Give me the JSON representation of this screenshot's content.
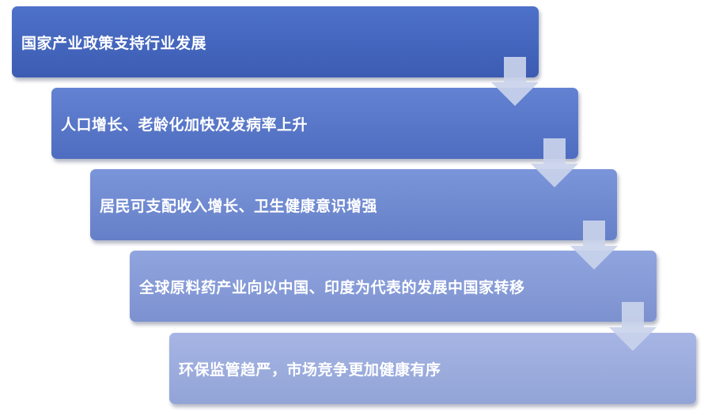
{
  "flow": {
    "steps": [
      {
        "label": "国家产业政策支持行业发展"
      },
      {
        "label": "人口增长、老龄化加快及发病率上升"
      },
      {
        "label": "居民可支配收入增长、卫生健康意识增强"
      },
      {
        "label": "全球原料药产业向以中国、印度为代表的发展中国家转移"
      },
      {
        "label": "环保监管趋严，市场竞争更加健康有序"
      }
    ]
  },
  "colors": {
    "arrow_fill": "#c9d3ea",
    "step_1": "#4665c0",
    "step_2": "#5b79cc",
    "step_3": "#738cd4",
    "step_4": "#889dd9",
    "step_5": "#9eaee0",
    "text": "#ffffff"
  }
}
